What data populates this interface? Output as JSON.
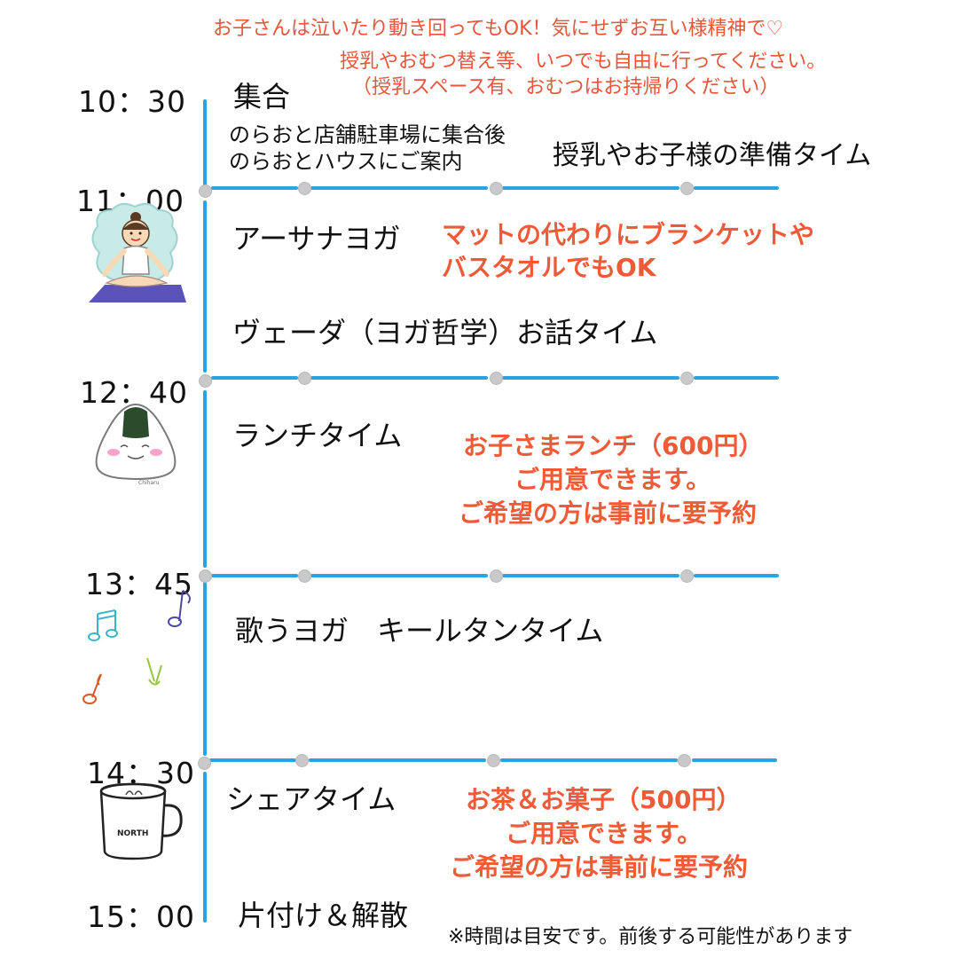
{
  "top_note": {
    "line1": "お子さんは泣いたり動き回ってもOK！気にせずお互い様精神で♡",
    "line2": "授乳やおむつ替え等、いつでも自由に行ってください。",
    "line3": "（授乳スペース有、おむつはお持帰りください）"
  },
  "schedule": [
    {
      "time": "10：30",
      "title": "集合",
      "sub1": "のらおと店舗駐車場に集合後",
      "sub2": "のらおとハウスにご案内",
      "side": "授乳やお子様の準備タイム"
    },
    {
      "time": "11：00",
      "title": "アーサナヨガ",
      "note1": "マットの代わりにブランケットや",
      "note2": "バスタオルでもOK",
      "title2": "ヴェーダ（ヨガ哲学）お話タイム",
      "icon": "yoga-person-icon"
    },
    {
      "time": "12：40",
      "title": "ランチタイム",
      "note1": "お子さまランチ（600円）",
      "note2": "ご用意できます。",
      "note3": "ご希望の方は事前に要予約",
      "icon": "onigiri-icon",
      "icon_caption": "Chiharu"
    },
    {
      "time": "13：45",
      "title": "歌うヨガ　キールタンタイム",
      "icon": "music-notes-icon"
    },
    {
      "time": "14：30",
      "title": "シェアタイム",
      "note1": "お茶＆お菓子（500円）",
      "note2": "ご用意できます。",
      "note3": "ご希望の方は事前に要予約",
      "icon": "coffee-mug-icon",
      "mug_label": "NORTH"
    },
    {
      "time": "15：00",
      "title": "片付け＆解散"
    }
  ],
  "footnote": "※時間は目安です。前後する可能性があります",
  "colors": {
    "timeline": "#29a3e4",
    "note_orange": "#ef5a37",
    "dot_gray": "#c9c9c9"
  }
}
